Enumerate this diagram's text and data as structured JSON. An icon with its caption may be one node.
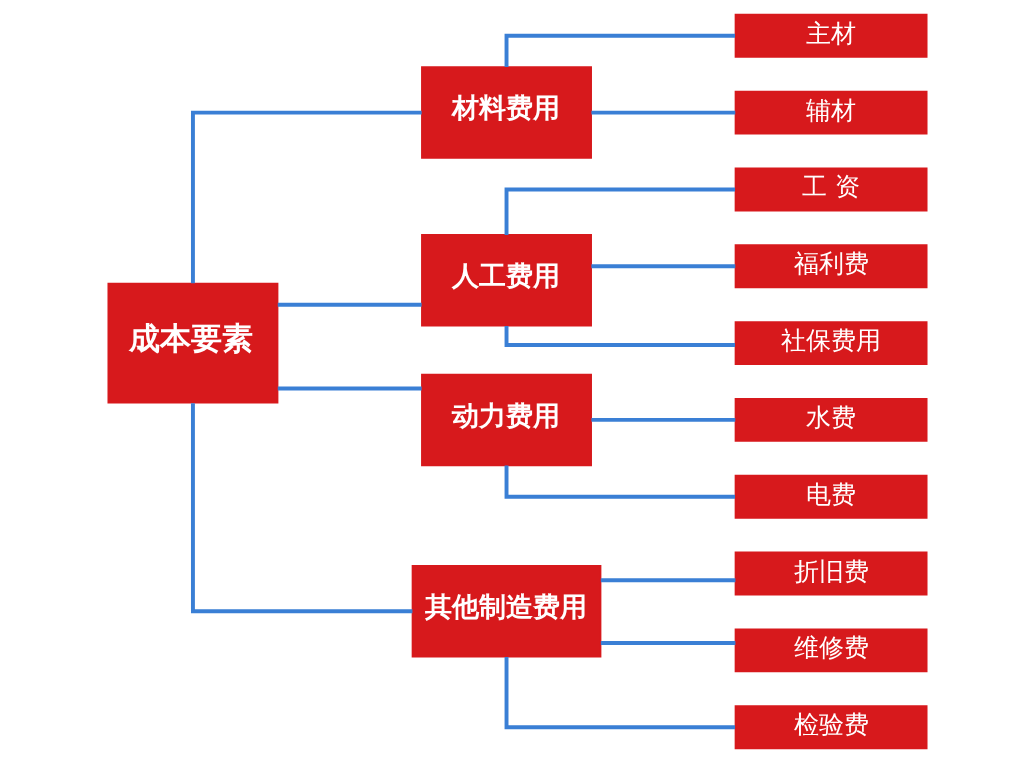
{
  "diagram": {
    "nodes": [
      {
        "text": [
          "成本要素"
        ]
      },
      {
        "text": [
          "材料费用"
        ]
      },
      {
        "text": [
          "主材"
        ]
      },
      {
        "text": [
          "辅材"
        ]
      },
      {
        "text": [
          "人工费用"
        ]
      },
      {
        "text": [
          "工 资"
        ]
      },
      {
        "text": [
          "福利费"
        ]
      },
      {
        "text": [
          "社保费用"
        ]
      },
      {
        "text": [
          "动力费用"
        ]
      },
      {
        "text": [
          "水费"
        ]
      },
      {
        "text": [
          "电费"
        ]
      },
      {
        "text": [
          "其他制造费用"
        ]
      },
      {
        "text": [
          "折旧费"
        ]
      },
      {
        "text": [
          "维修费"
        ]
      },
      {
        "text": [
          "检验费"
        ]
      }
    ],
    "edges": [
      {
        "from": 0,
        "to": 1,
        "arrow": "none"
      },
      {
        "from": 0,
        "to": 4,
        "arrow": "none"
      },
      {
        "from": 0,
        "to": 8,
        "arrow": "none"
      },
      {
        "from": 0,
        "to": 11,
        "arrow": "none"
      },
      {
        "from": 1,
        "to": 2,
        "arrow": "none"
      },
      {
        "from": 1,
        "to": 3,
        "arrow": "none"
      },
      {
        "from": 4,
        "to": 5,
        "arrow": "none"
      },
      {
        "from": 4,
        "to": 6,
        "arrow": "none"
      },
      {
        "from": 4,
        "to": 7,
        "arrow": "none"
      },
      {
        "from": 8,
        "to": 9,
        "arrow": "none"
      },
      {
        "from": 8,
        "to": 10,
        "arrow": "none"
      },
      {
        "from": 11,
        "to": 12,
        "arrow": "none"
      },
      {
        "from": 11,
        "to": 13,
        "arrow": "none"
      },
      {
        "from": 11,
        "to": 14,
        "arrow": "none"
      }
    ]
  }
}
